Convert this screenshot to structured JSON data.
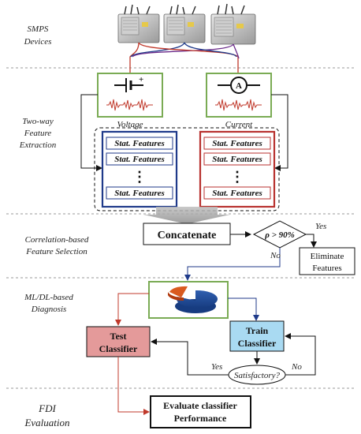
{
  "stages": {
    "smps_line1": "SMPS",
    "smps_line2": "Devices",
    "extraction_line1": "Two-way",
    "extraction_line2": "Feature",
    "extraction_line3": "Extraction",
    "selection_line1": "Correlation-based",
    "selection_line2": "Feature Selection",
    "diagnosis_line1": "ML/DL-based",
    "diagnosis_line2": "Diagnosis",
    "fdi_line1": "FDI",
    "fdi_line2": "Evaluation"
  },
  "sensors": {
    "voltage_label": "Voltage",
    "current_label": "Current",
    "ammeter_symbol": "A",
    "battery_plus": "+"
  },
  "features": {
    "item_label": "Stat. Features",
    "ellipsis": "⋮"
  },
  "selection": {
    "concatenate": "Concatenate",
    "condition": "ρ > 90%",
    "yes": "Yes",
    "no": "No",
    "eliminate_line1": "Eliminate",
    "eliminate_line2": "Features"
  },
  "diagnosis": {
    "test_line1": "Test",
    "test_line2": "Classifier",
    "train_line1": "Train",
    "train_line2": "Classifier",
    "satisfactory": "Satisfactory?",
    "yes": "Yes",
    "no": "No"
  },
  "evaluation": {
    "line1": "Evaluate classifier",
    "line2": "Performance"
  },
  "colors": {
    "green_box": "#7aab54",
    "blue_box": "#1f3a8a",
    "red_box": "#b8322f",
    "test_fill": "#e49a9a",
    "train_fill": "#a9daf2",
    "divider": "#9a9a9a"
  }
}
